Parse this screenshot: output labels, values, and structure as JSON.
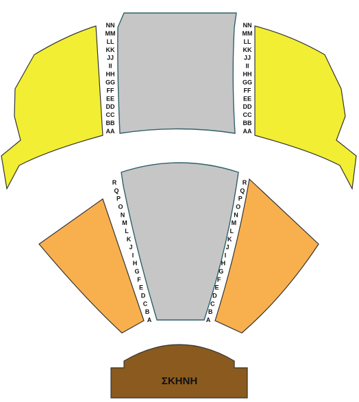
{
  "map": {
    "colors": {
      "balcony": "#f2ee33",
      "stalls": "#f8b04e",
      "center": "#c6c6c6",
      "stage": "#8a5a1e",
      "center_outline": "#2f5f68"
    },
    "balcony_rows": [
      "NN",
      "MM",
      "LL",
      "KK",
      "JJ",
      "II",
      "HH",
      "GG",
      "FF",
      "EE",
      "DD",
      "CC",
      "BB",
      "AA"
    ],
    "stalls_rows": [
      "R",
      "Q",
      "P",
      "O",
      "N",
      "M",
      "L",
      "K",
      "J",
      "I",
      "H",
      "G",
      "F",
      "E",
      "D",
      "C",
      "B",
      "A"
    ],
    "stage_label": "ΣΚΗΝΗ"
  }
}
